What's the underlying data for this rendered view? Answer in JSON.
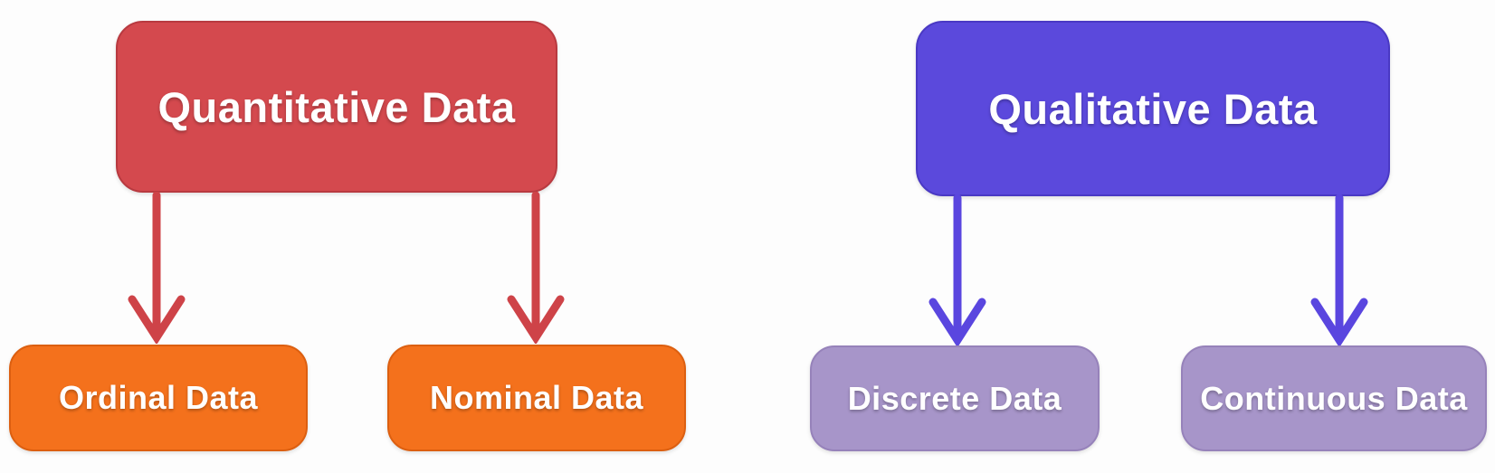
{
  "diagram": {
    "text_color": "#FFFFFF",
    "background": "#FDFDFD",
    "nodes": {
      "quantitative": {
        "label": "Quantitative Data",
        "fill": "#D4494E",
        "border": "#B83A40"
      },
      "qualitative": {
        "label": "Qualitative Data",
        "fill": "#5B49DC",
        "border": "#4A39C4"
      },
      "ordinal": {
        "label": "Ordinal Data",
        "fill": "#F4711C",
        "border": "#DC5F10"
      },
      "nominal": {
        "label": "Nominal Data",
        "fill": "#F4711C",
        "border": "#DC5F10"
      },
      "discrete": {
        "label": "Discrete Data",
        "fill": "#A795C9",
        "border": "#9682BA"
      },
      "continuous": {
        "label": "Continuous Data",
        "fill": "#A795C9",
        "border": "#9682BA"
      }
    },
    "arrows": {
      "red": "#CE4348",
      "purple": "#5A46DF"
    },
    "edges": [
      {
        "from": "Quantitative Data",
        "to": "Ordinal Data",
        "color": "#CE4348"
      },
      {
        "from": "Quantitative Data",
        "to": "Nominal Data",
        "color": "#CE4348"
      },
      {
        "from": "Qualitative Data",
        "to": "Discrete Data",
        "color": "#5A46DF"
      },
      {
        "from": "Qualitative Data",
        "to": "Continuous Data",
        "color": "#5A46DF"
      }
    ]
  }
}
